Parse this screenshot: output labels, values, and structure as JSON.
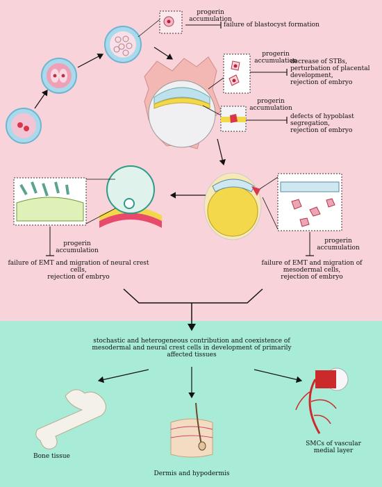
{
  "labels": {
    "progerin_1": "progerin\naccumulation",
    "effect_1": "failure of blastocyst formation",
    "progerin_2": "progerin\naccumulation",
    "effect_2": "decrease of STBs,\nperturbation of placental\ndevelopment,\nrejection of embryo",
    "progerin_3": "progerin\naccumulation",
    "effect_3": "defects of hypoblast\nsegregation,\nrejection of embryo",
    "progerin_left": "progerin\naccumulation",
    "effect_left": "failure of EMT and migration of neural crest cells,\nrejection of embryo",
    "progerin_right": "progerin\naccumulation",
    "effect_right": "failure of EMT and migration of mesodermal cells,\nrejection of embryo",
    "summary": "stochastic and heterogeneous contribution and coexistence of\nmesodermal and neural crest cells in development of primarily\naffected tissues",
    "target_bone": "Bone tissue",
    "target_dermis": "Dermis and hypodermis",
    "target_smc": "SMCs  of vascular\nmedial layer"
  },
  "colors": {
    "top_background": "#f8d3d9",
    "bottom_background": "#a8ecd8",
    "yolk": "#f2d84a",
    "epiblast": "#cfe8f0",
    "vessel": "#cc2a2a"
  }
}
